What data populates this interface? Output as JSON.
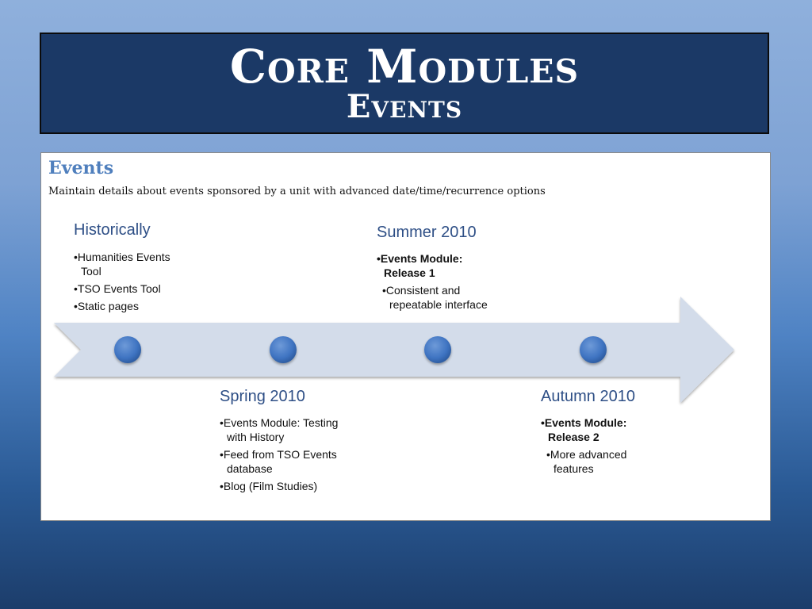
{
  "title": {
    "main": "Core Modules",
    "sub": "Events"
  },
  "panel": {
    "heading": "Events",
    "description": "Maintain details about events sponsored by a unit with advanced date/time/recurrence  options"
  },
  "colors": {
    "title_bg": "#1b3966",
    "arrow": "#d3dcea",
    "dot": "#3f74c2",
    "heading": "#4f7fbd"
  },
  "stages": [
    {
      "title": "Historically",
      "items": [
        {
          "text": "Humanities Events Tool"
        },
        {
          "text": "TSO Events Tool"
        },
        {
          "text": "Static pages"
        }
      ]
    },
    {
      "title": "Spring 2010",
      "items": [
        {
          "text": "Events Module: Testing with History"
        },
        {
          "text": "Feed from TSO Events database"
        },
        {
          "text": "Blog (Film Studies)"
        }
      ]
    },
    {
      "title": "Summer 2010",
      "items": [
        {
          "text": "Events Module: Release 1"
        },
        {
          "text": "Consistent  and repeatable interface"
        }
      ]
    },
    {
      "title": "Autumn 2010",
      "items": [
        {
          "text": "Events Module: Release 2"
        },
        {
          "text": "More advanced features"
        }
      ]
    }
  ]
}
